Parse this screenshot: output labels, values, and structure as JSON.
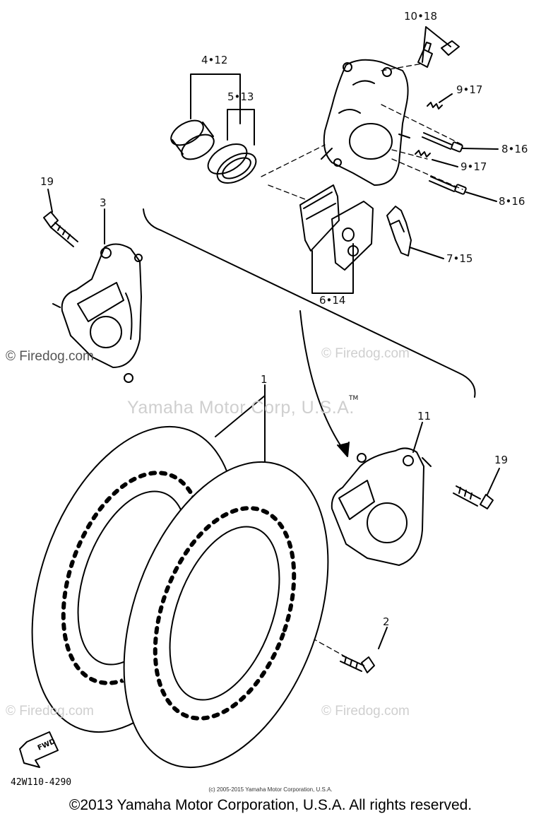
{
  "labels": {
    "p10_18": "10•18",
    "p4_12": "4•12",
    "p5_13": "5•13",
    "p9_17_a": "9•17",
    "p8_16_a": "8•16",
    "p9_17_b": "9•17",
    "p8_16_b": "8•16",
    "p19_a": "19",
    "p3": "3",
    "p7_15": "7•15",
    "p6_14": "6•14",
    "p1": "1",
    "p11": "11",
    "p19_b": "19",
    "p2": "2",
    "tm": "TM"
  },
  "watermarks": {
    "firedog": "© Firedog.com",
    "yamaha": "Yamaha Motor Corp, U.S.A."
  },
  "diagram_code": "42W110-4290",
  "fwd_arrow": "FWD",
  "small_copyright": "(c) 2005-2015 Yamaha Motor Corporation, U.S.A.",
  "copyright": "©2013 Yamaha Motor Corporation, U.S.A. All rights reserved."
}
